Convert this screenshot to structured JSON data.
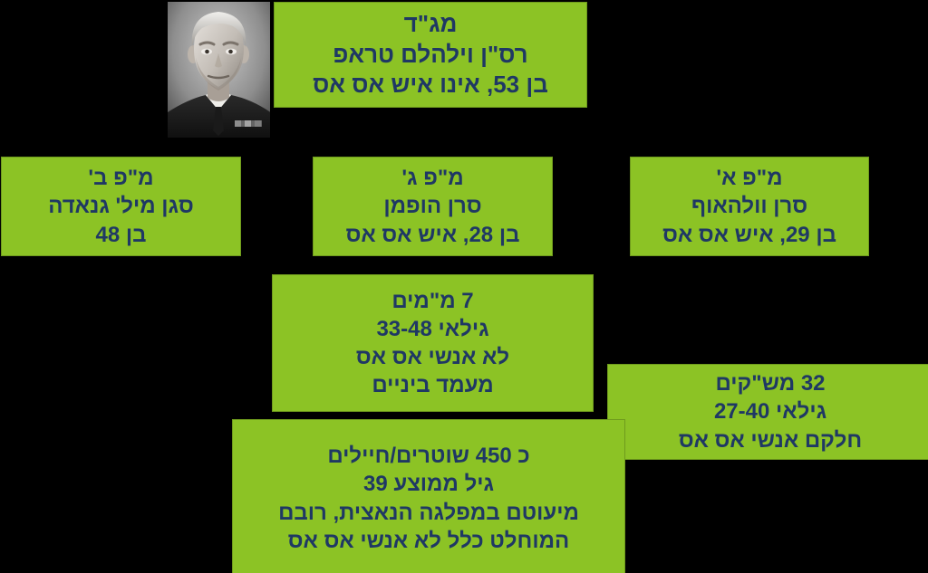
{
  "meta": {
    "title": "מבנה הארגון",
    "background_color": "#000000",
    "box_color": "#8CC325",
    "box_border_color": "#6F9B1D",
    "text_color": "#1F3864"
  },
  "photo": {
    "name": "commander-portrait",
    "description": "תצלום שחור-לבן של קצין מבוגר במדים"
  },
  "boxes": {
    "commander": {
      "name": "commander-box",
      "lines": [
        "מג\"ד",
        "רס\"ן וילהלם טראפ",
        "בן 53, אינו איש אס אס"
      ],
      "line1": "מג\"ד",
      "line2": "רס\"ן וילהלם טראפ",
      "line3": "בן 53, אינו איש אס אס"
    },
    "company_b": {
      "name": "company-b-box",
      "line1": "מ\"פ ב'",
      "line2": "סגן מיל' גנאדה",
      "line3": "בן 48"
    },
    "company_g": {
      "name": "company-g-box",
      "line1": "מ\"פ ג'",
      "line2": "סרן הופמן",
      "line3": "בן 28, איש אס אס"
    },
    "company_a": {
      "name": "company-a-box",
      "line1": "מ\"פ א'",
      "line2": "סרן וולהאוף",
      "line3": "בן 29, איש אס אס"
    },
    "platoon_commanders": {
      "name": "platoon-commanders-box",
      "line1": "7 מ\"מים",
      "line2": "גילאי 33-48",
      "line3": "לא אנשי אס אס",
      "line4": "מעמד ביניים"
    },
    "ncos": {
      "name": "ncos-box",
      "line1": "32 מש\"קים",
      "line2": "גילאי 27-40",
      "line3": "חלקם אנשי אס אס"
    },
    "rank_and_file": {
      "name": "rank-and-file-box",
      "line1": "כ 450 שוטרים/חיילים",
      "line2": "גיל ממוצע 39",
      "line3": "מיעוטם במפלגה הנאצית, רובם",
      "line4": "המוחלט כלל לא אנשי אס אס"
    }
  }
}
